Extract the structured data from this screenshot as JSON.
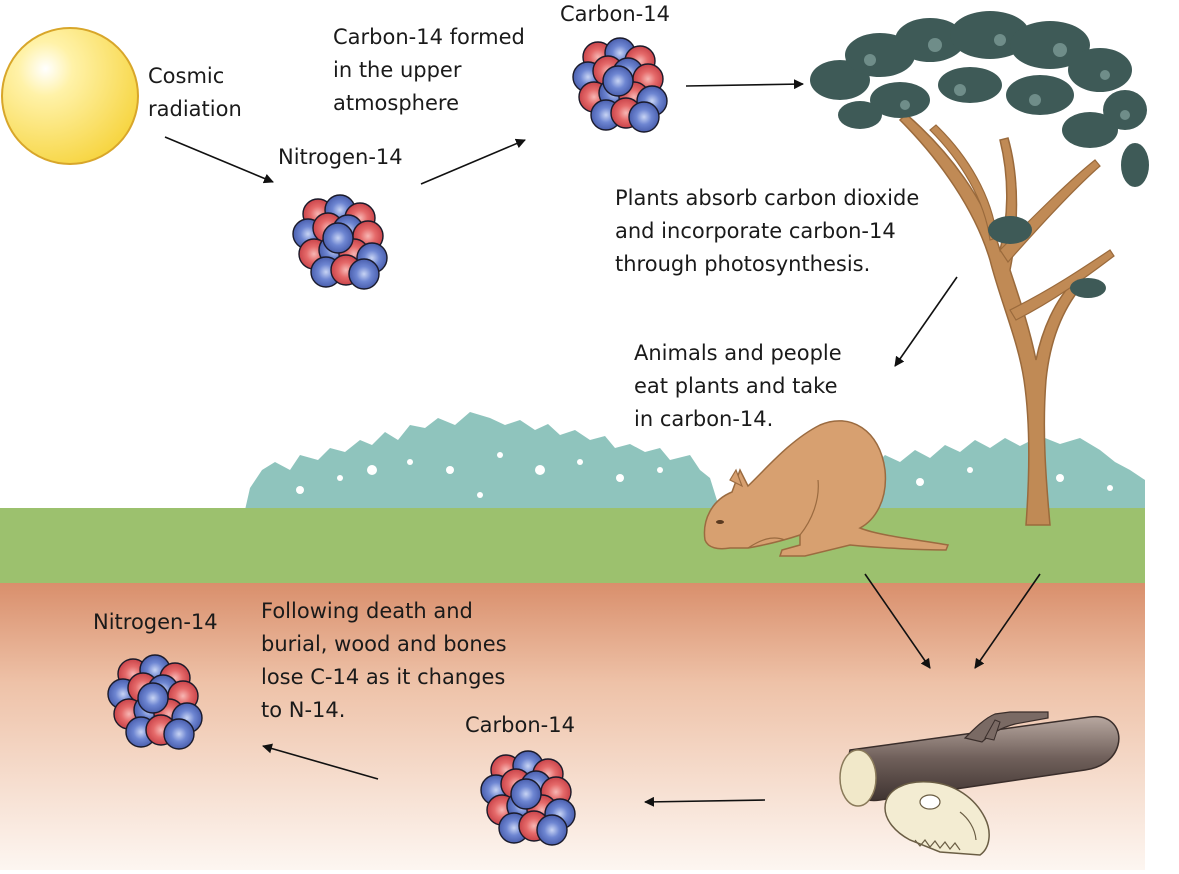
{
  "labels": {
    "cosmic_radiation": [
      "Cosmic",
      "radiation"
    ],
    "nitrogen_top": "Nitrogen-14",
    "carbon_formed": [
      "Carbon-14 formed",
      "in the upper",
      "atmosphere"
    ],
    "carbon_top": "Carbon-14",
    "plants_absorb": [
      "Plants absorb carbon dioxide",
      "and incorporate carbon-14",
      "through photosynthesis."
    ],
    "animals_eat": [
      "Animals and people",
      "eat plants and take",
      "in carbon-14."
    ],
    "nitrogen_bottom": "Nitrogen-14",
    "following_death": [
      "Following death and",
      "burial, wood and bones",
      "lose C-14 as it changes",
      "to N-14."
    ],
    "carbon_bottom": "Carbon-14"
  },
  "colors": {
    "sun": "#f6d33a",
    "proton": "#e0575a",
    "neutron": "#5b73c4",
    "grass": "#9cc16e",
    "shrub": "#8fc4bd",
    "soil_top": "#d98f6c",
    "soil_bottom": "#fbf1ea",
    "trunk": "#c08a55",
    "foliage": "#3e5a57",
    "kangaroo": "#d7a070"
  }
}
